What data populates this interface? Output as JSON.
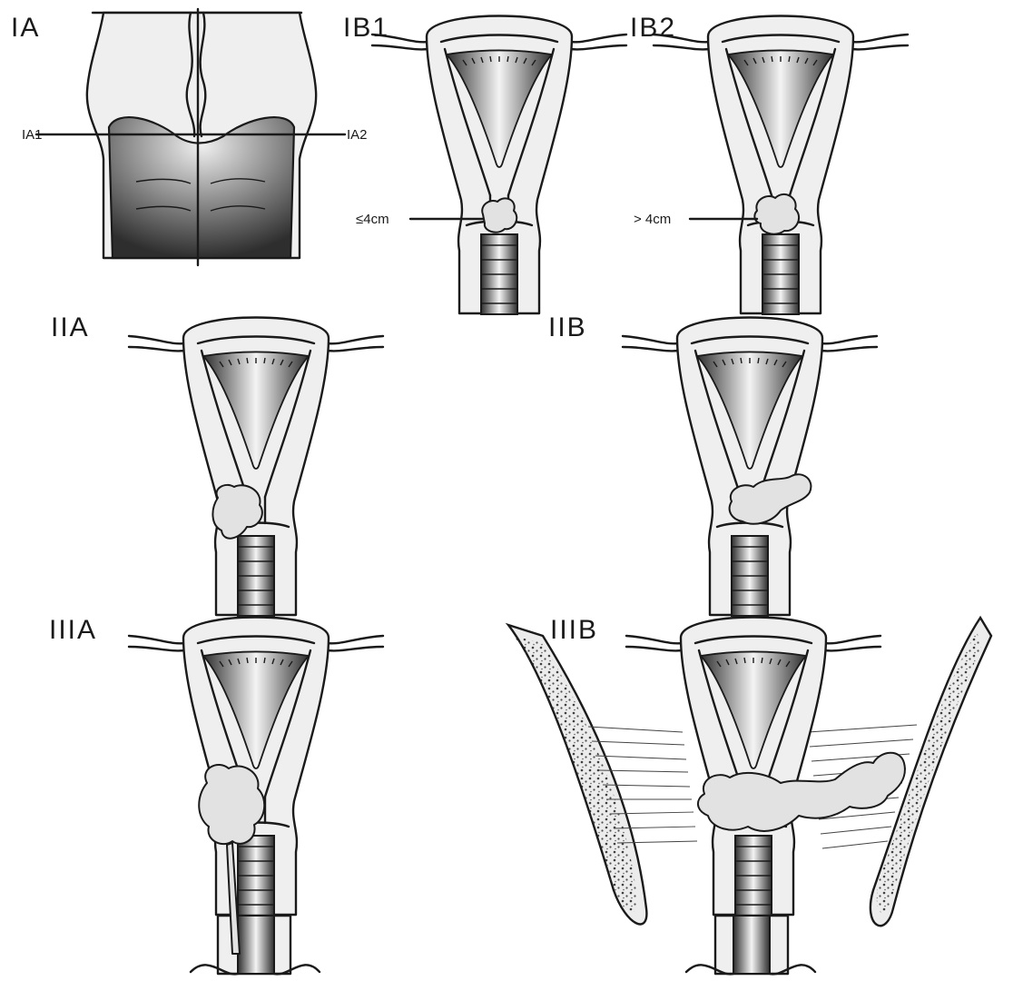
{
  "labels": {
    "ia": "IA",
    "ia1": "IA1",
    "ia2": "IA2",
    "ib1": "IB1",
    "ib2": "IB2",
    "ib1_size": "≤4cm",
    "ib2_size": "> 4cm",
    "iia": "IIA",
    "iib": "IIB",
    "iiia": "IIIA",
    "iiib": "IIIB"
  },
  "colors": {
    "ink": "#1a1a1a",
    "tissue": "#efefef",
    "cavity_dark": "#3a3a3a",
    "tumor": "#e2e2e2"
  }
}
